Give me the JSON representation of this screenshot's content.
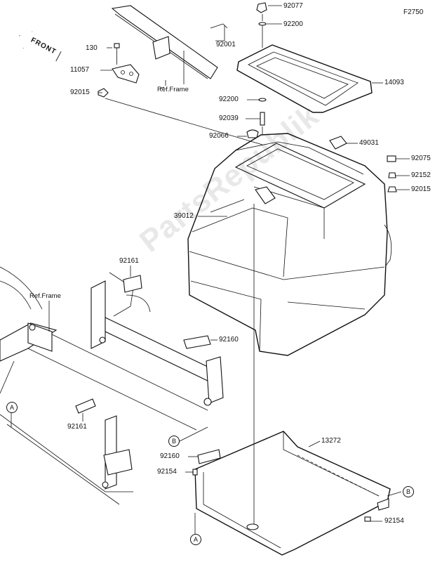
{
  "diagram_code": "F2750",
  "front_label": "FRONT",
  "watermark": "PartsRepublik",
  "ref_labels": {
    "frame_top": "Ref.Frame",
    "frame_left": "Ref.Frame"
  },
  "callouts": {
    "a_top": "A",
    "a_bottom": "A",
    "b_left": "B",
    "b_right": "B"
  },
  "parts": {
    "p92077": "92077",
    "p92200a": "92200",
    "p92001": "92001",
    "p130": "130",
    "p11057": "11057",
    "p92015a": "92015",
    "p14093": "14093",
    "p92200b": "92200",
    "p92039": "92039",
    "p92066": "92066",
    "p49031": "49031",
    "p92075": "92075",
    "p92152": "92152",
    "p92015b": "92015",
    "p39012": "39012",
    "p92161a": "92161",
    "p92160a": "92160",
    "p92161b": "92161",
    "p13272": "13272",
    "p92160b": "92160",
    "p92154a": "92154",
    "p92154b": "92154"
  }
}
